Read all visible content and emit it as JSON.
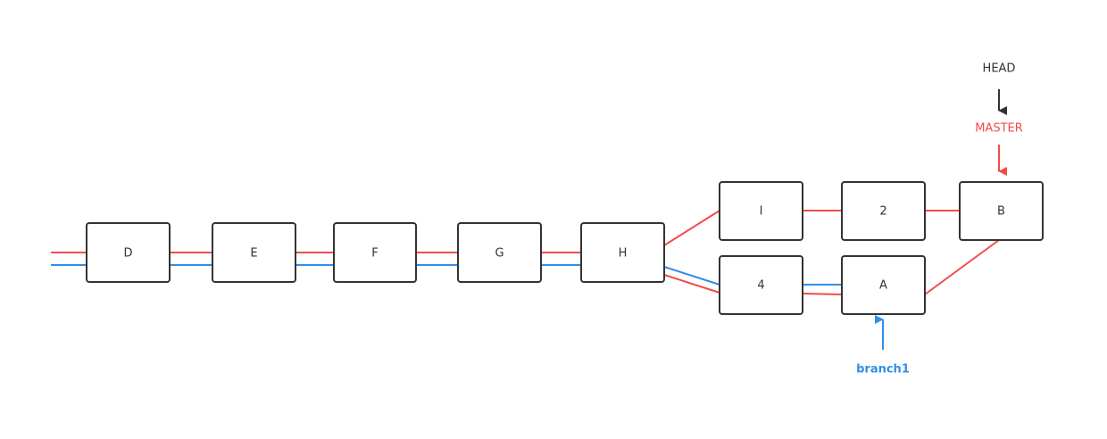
{
  "colors": {
    "master": "#f24b4b",
    "branch1": "#2f8fe8",
    "head": "#333333",
    "box_stroke": "#333333"
  },
  "commits": {
    "D": "D",
    "E": "E",
    "F": "F",
    "G": "G",
    "H": "H",
    "I": "I",
    "two": "2",
    "B": "B",
    "four": "4",
    "A": "A"
  },
  "refs": {
    "head": "HEAD",
    "master": "MASTER",
    "branch1": "branch1"
  }
}
